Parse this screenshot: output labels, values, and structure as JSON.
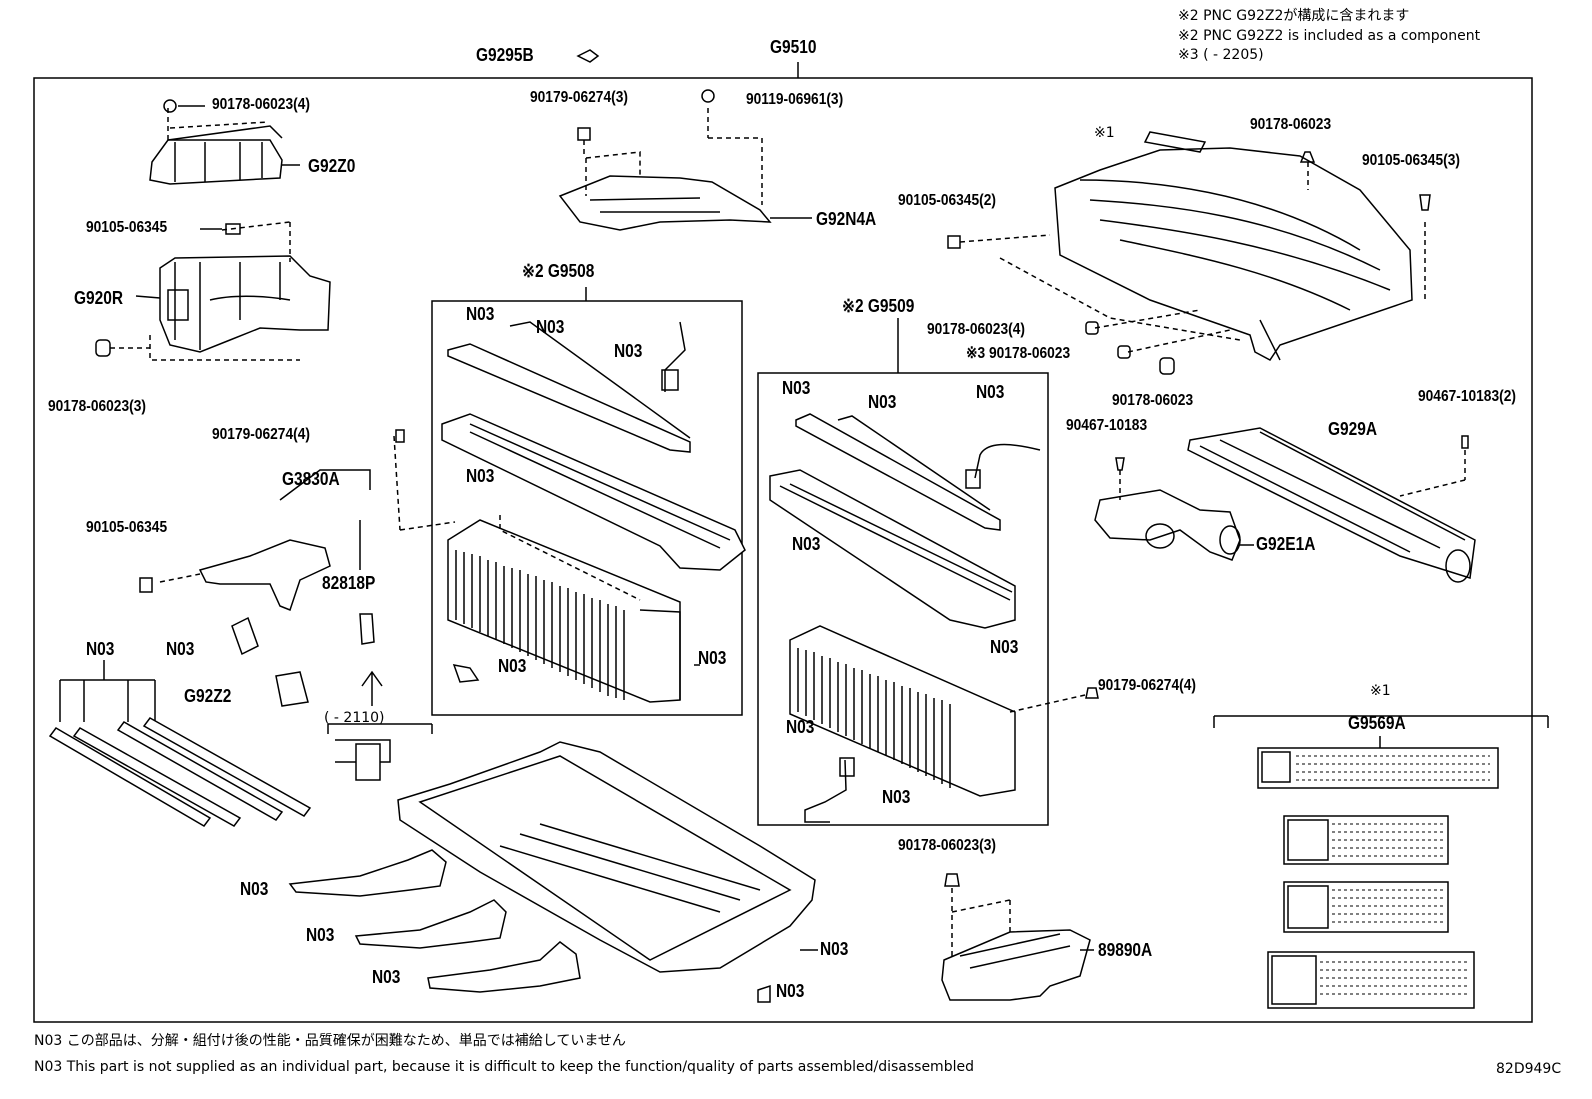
{
  "header_notes": {
    "n1": "※2 PNC G92Z2が構成に含まれます",
    "n2": "※2 PNC G92Z2 is included as a component",
    "n3": "※3 (     - 2205)"
  },
  "labels": {
    "g9295b": "G9295B",
    "g9510": "G9510",
    "p90178_4": "90178-06023(4)",
    "g92z0": "G92Z0",
    "p90179_3": "90179-06274(3)",
    "p90119_3": "90119-06961(3)",
    "g92n4a": "G92N4A",
    "mark1_top": "※1",
    "p90178_r": "90178-06023",
    "p90105_3": "90105-06345(3)",
    "p90105_2": "90105-06345(2)",
    "p90105_a": "90105-06345",
    "g920r": "G920R",
    "p90178_3a": "90178-06023(3)",
    "g9508": "※2 G9508",
    "g9509": "※2 G9509",
    "p90178_4b": "90178-06023(4)",
    "p90178_m3": "※3 90178-06023",
    "p90178_c": "90178-06023",
    "p90467_2": "90467-10183(2)",
    "p90467": "90467-10183",
    "g929a": "G929A",
    "g92e1a": "G92E1A",
    "p90179_4a": "90179-06274(4)",
    "g3830a": "G3830A",
    "p90105_b": "90105-06345",
    "p82818p": "82818P",
    "g92z2": "G92Z2",
    "range2110": "(     - 2110)",
    "p90179_4b": "90179-06274(4)",
    "mark1_label": "※1",
    "g9569a": "G9569A",
    "p90178_3b": "90178-06023(3)",
    "p89890a": "89890A",
    "n03": "N03"
  },
  "footer": {
    "jp": "N03 この部品は、分解・組付け後の性能・品質確保が困難なため、単品では補給していません",
    "en": "N03 This part is not supplied as an individual part, because it is difficult to keep the function/quality of parts assembled/disassembled",
    "code": "82D949C"
  }
}
